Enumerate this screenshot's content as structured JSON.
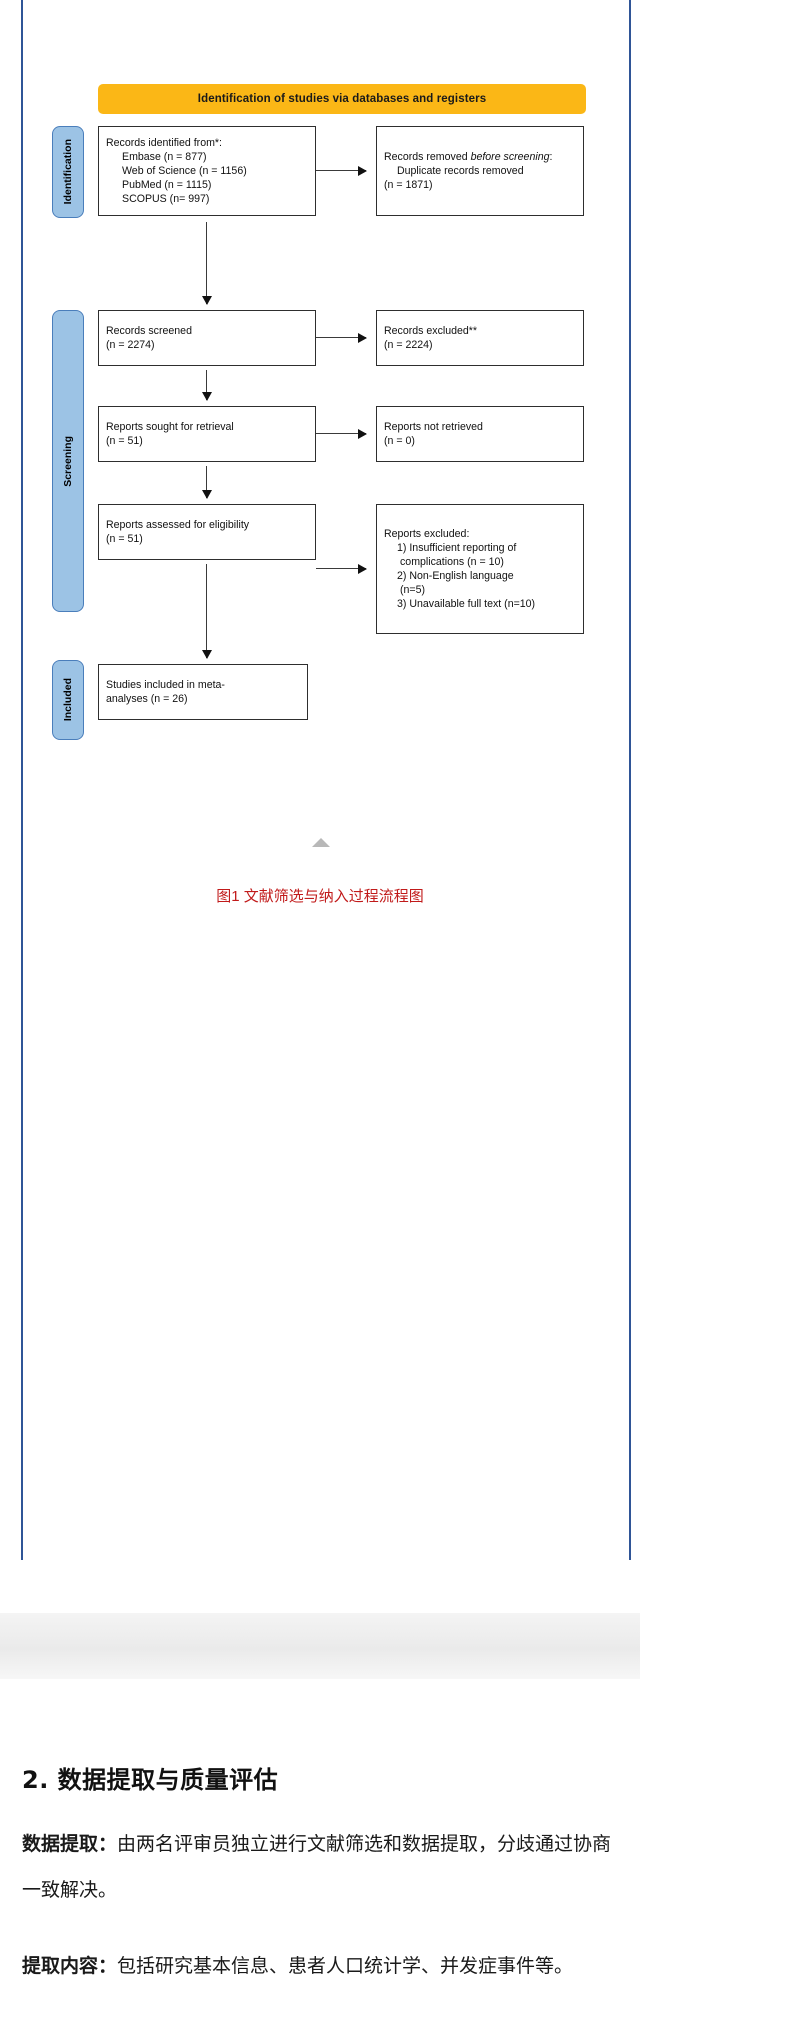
{
  "figure": {
    "banner": "Identification of studies via databases and registers",
    "caption": "图1  文献筛选与纳入过程流程图",
    "side_tabs": {
      "identification": "Identification",
      "screening": "Screening",
      "included": "Included"
    },
    "nodes": {
      "identified": {
        "title": "Records identified from*:",
        "items": [
          "Embase (n = 877)",
          "Web of Science (n = 1156)",
          "PubMed (n = 1115)",
          "SCOPUS (n= 997)"
        ]
      },
      "removed": {
        "title_plain": "Records removed ",
        "title_italic": "before screening",
        "title_colon": ":",
        "items": [
          "Duplicate records removed",
          "(n = 1871)"
        ]
      },
      "screened": {
        "line1": "Records screened",
        "line2": "(n = 2274)"
      },
      "excluded": {
        "line1": "Records excluded**",
        "line2": "(n = 2224)"
      },
      "sought": {
        "line1": "Reports sought for retrieval",
        "line2": "(n = 51)"
      },
      "notretrieved": {
        "line1": "Reports not retrieved",
        "line2": "(n = 0)"
      },
      "assessed": {
        "line1": "Reports assessed for eligibility",
        "line2": "(n = 51)"
      },
      "reports_excluded": {
        "title": "Reports excluded:",
        "items": [
          "1) Insufficient reporting of",
          "complications (n = 10)",
          "2) Non-English language",
          "(n=5)",
          "3) Unavailable full text (n=10)"
        ]
      },
      "included": {
        "line1": "Studies included in meta-",
        "line2": "analyses (n = 26)"
      }
    }
  },
  "section": {
    "heading": "2. 数据提取与质量评估",
    "paragraphs": [
      {
        "label": "数据提取：",
        "text": "由两名评审员独立进行文献筛选和数据提取，分歧通过协商一致解决。"
      },
      {
        "label": "提取内容：",
        "text": "包括研究基本信息、患者人口统计学、并发症事件等。"
      }
    ]
  },
  "colors": {
    "banner": "#fbb716",
    "side_tab": "#9cc3e5",
    "rule": "#2f5597",
    "caption": "#c11a1a"
  }
}
